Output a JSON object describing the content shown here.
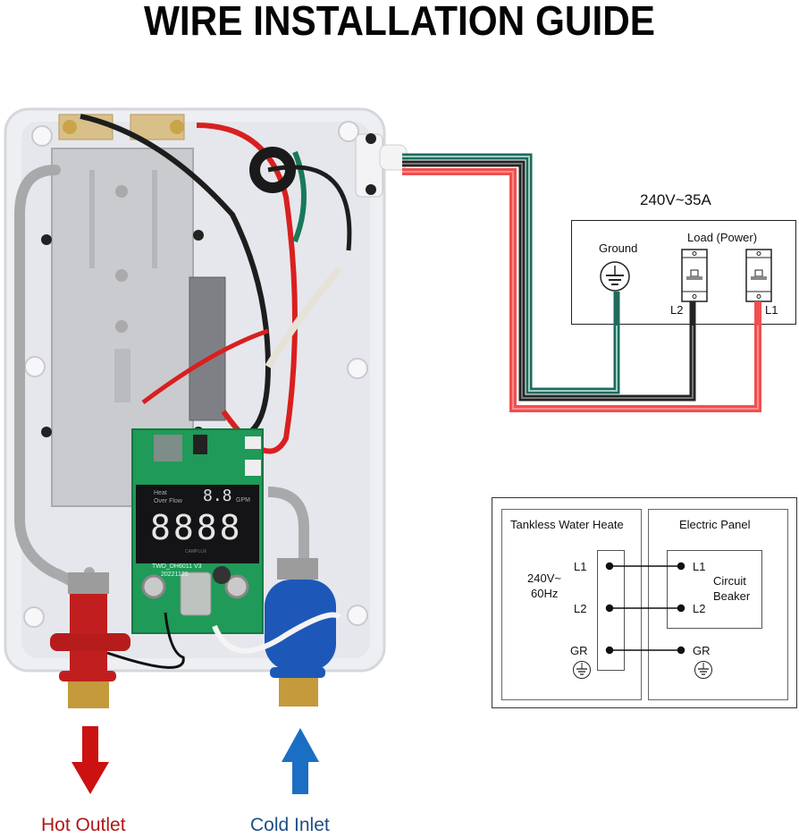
{
  "title": "WIRE INSTALLATION GUIDE",
  "heater_photo": {
    "display": {
      "indicator_heat": "Heat",
      "indicator_overflow": "Over Flow",
      "flow_digits": "8.8",
      "flow_unit": "GPM",
      "main_digits": "8888",
      "brand": "CAMPLUX",
      "board_model": "TWD_DH6011  V3",
      "board_date": "20221126"
    }
  },
  "panel_diagram": {
    "rating": "240V~35A",
    "ground_label": "Ground",
    "load_label": "Load (Power)",
    "breaker_left_label": "L2",
    "breaker_right_label": "L1",
    "wire_colors": {
      "ground": "#1e6b5c",
      "l2": "#222222",
      "l1": "#e84a4a"
    }
  },
  "schematic": {
    "heater_box_title": "Tankless Water Heate",
    "panel_box_title": "Electric Panel",
    "voltage_line1": "240V~",
    "voltage_line2": "60Hz",
    "heater_terminals": [
      "L1",
      "L2",
      "GR"
    ],
    "breaker_label_line1": "Circuit",
    "breaker_label_line2": "Beaker",
    "panel_terminals": [
      "L1",
      "L2",
      "GR"
    ]
  },
  "outlets": {
    "hot_label": "Hot Outlet",
    "cold_label": "Cold Inlet",
    "hot_color": "#cc1111",
    "cold_color": "#1a6fc4"
  }
}
